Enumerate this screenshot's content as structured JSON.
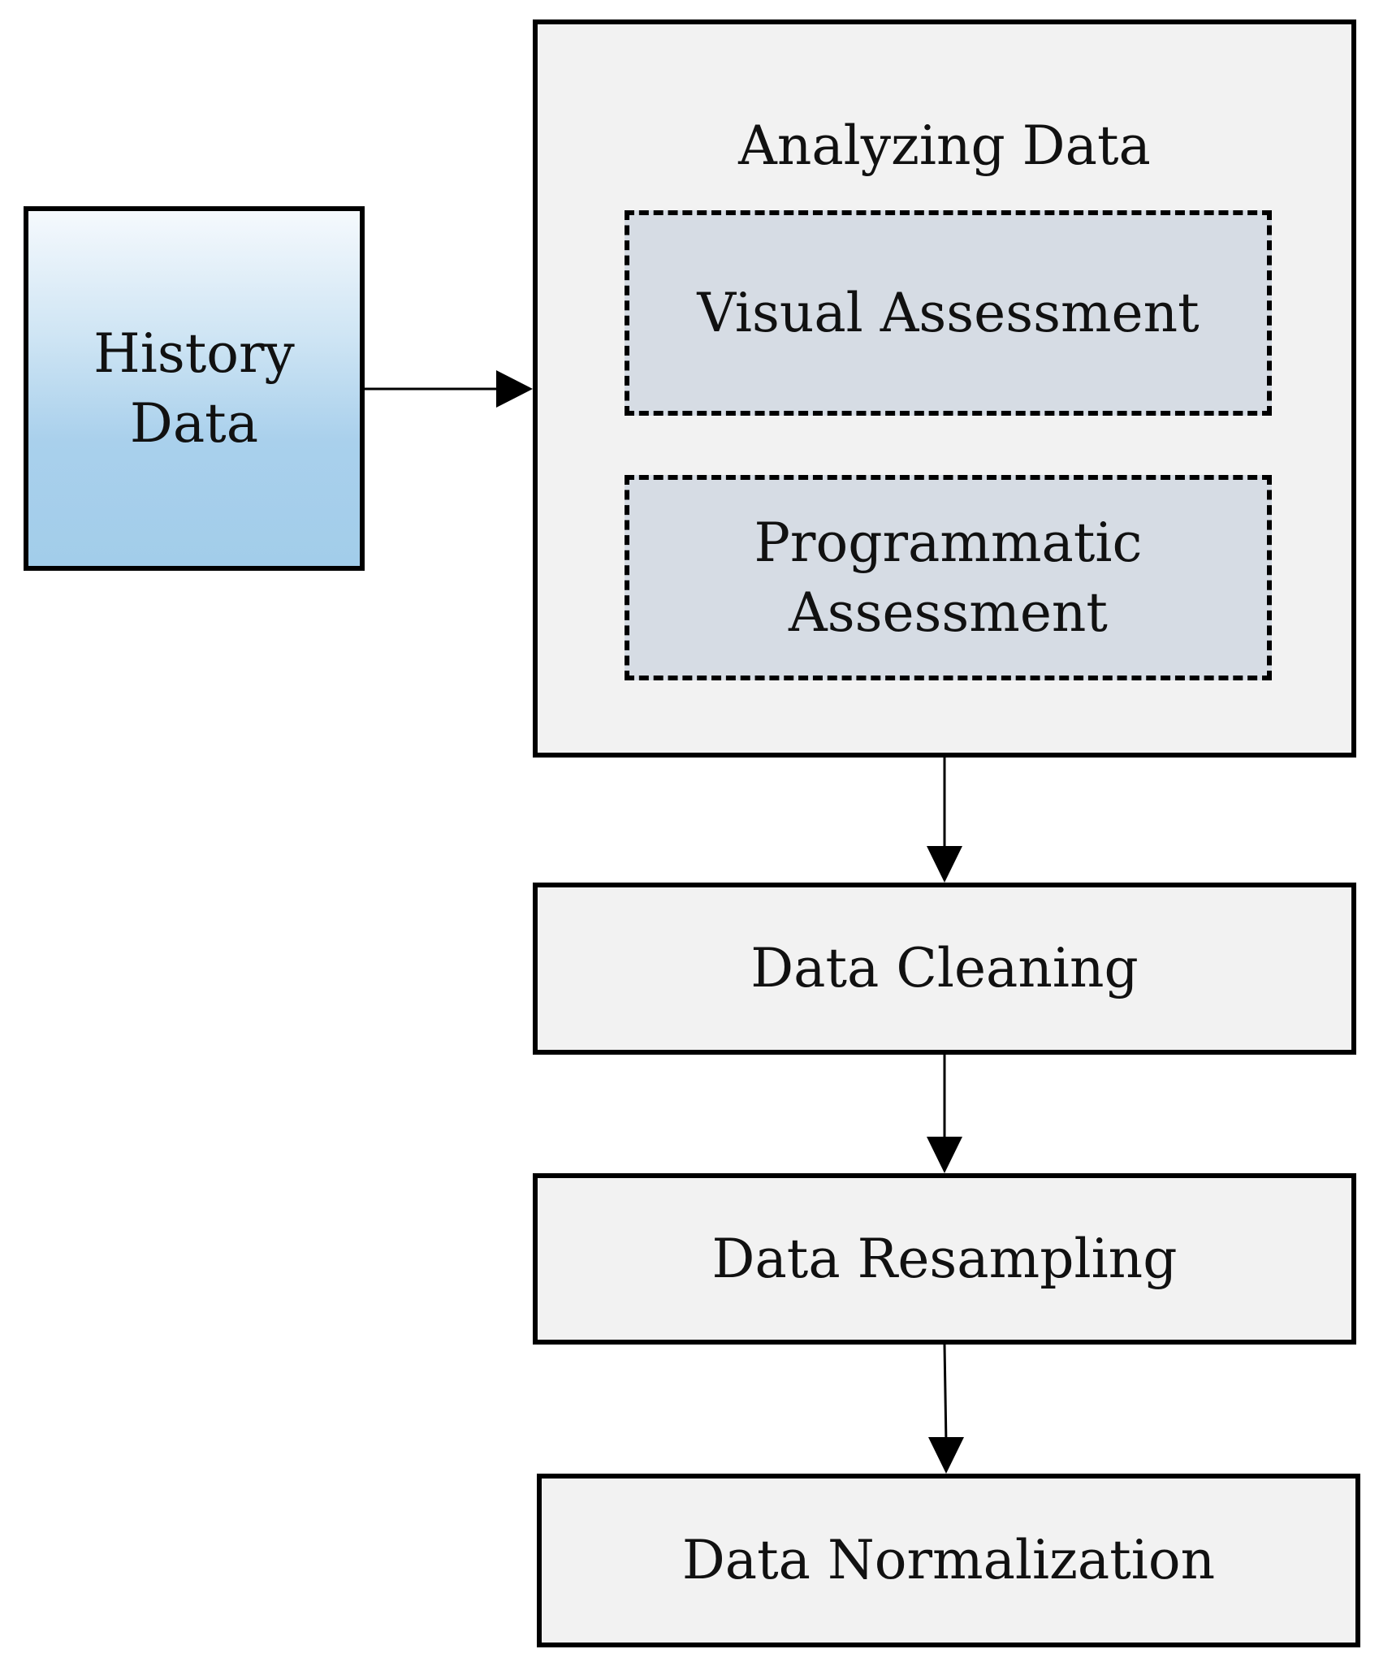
{
  "diagram": {
    "history": {
      "label": "History\nData"
    },
    "analyzing": {
      "title": "Analyzing Data",
      "visual": "Visual  Assessment",
      "programmatic": "Programmatic\nAssessment"
    },
    "cleaning": {
      "label": "Data Cleaning"
    },
    "resampling": {
      "label": "Data Resampling"
    },
    "normalization": {
      "label": "Data Normalization"
    }
  },
  "colors": {
    "box_fill": "#f2f2f2",
    "subbox_fill": "#d6dce4",
    "history_gradient_top": "#f5f9fd",
    "history_gradient_bottom": "#a2cdea",
    "border": "#000000"
  }
}
